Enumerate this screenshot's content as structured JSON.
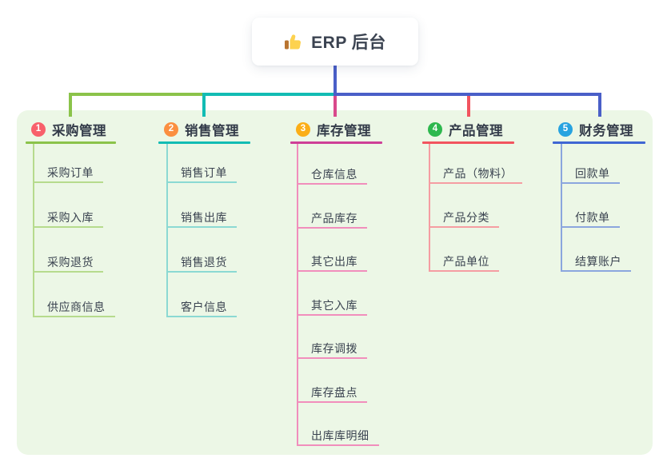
{
  "root": {
    "title": "ERP 后台",
    "icon": "thumbs-up-icon"
  },
  "branches": [
    {
      "badge": "1",
      "title": "采购管理",
      "accent_color": "#8bc34a",
      "child_line_color": "#b6db8d",
      "badge_color": "#f8606b",
      "children": [
        "采购订单",
        "采购入库",
        "采购退货",
        "供应商信息"
      ]
    },
    {
      "badge": "2",
      "title": "销售管理",
      "accent_color": "#12bcb4",
      "child_line_color": "#8bd9d3",
      "badge_color": "#fb8f40",
      "children": [
        "销售订单",
        "销售出库",
        "销售退货",
        "客户信息"
      ]
    },
    {
      "badge": "3",
      "title": "库存管理",
      "accent_color": "#ce3f97",
      "child_line_color": "#f18ebc",
      "badge_color": "#fbae17",
      "children": [
        "仓库信息",
        "产品库存",
        "其它出库",
        "其它入库",
        "库存调拨",
        "库存盘点",
        "出库库明细"
      ]
    },
    {
      "badge": "4",
      "title": "产品管理",
      "accent_color": "#f2545f",
      "child_line_color": "#f59da2",
      "badge_color": "#2eb84e",
      "children": [
        "产品（物料）",
        "产品分类",
        "产品单位"
      ]
    },
    {
      "badge": "5",
      "title": "财务管理",
      "accent_color": "#3f66d3",
      "child_line_color": "#8ba6de",
      "badge_color": "#27a3e0",
      "children": [
        "回款单",
        "付款单",
        "结算账户"
      ]
    }
  ],
  "connectors": {
    "trunk_color": "#4a5fc8",
    "segment_colors": [
      "#8bc34a",
      "#12bcb4",
      "#4a5fc8"
    ],
    "drop_colors": [
      "#8bc34a",
      "#12bcb4",
      "#d9498c",
      "#f2545f",
      "#4a5fc8"
    ]
  },
  "canvas": {
    "background": "#ffffff",
    "panel_background": "#ecf7e6",
    "thumb_color": "#fdd24f"
  }
}
